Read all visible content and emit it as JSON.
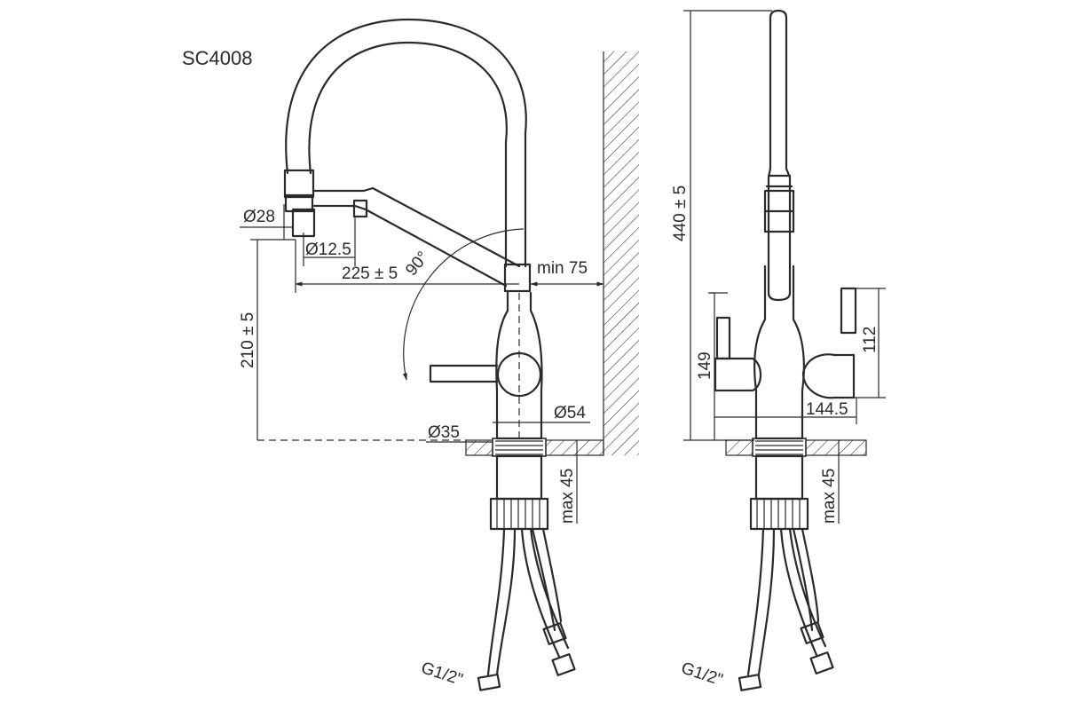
{
  "model": "SC4008",
  "front_view": {
    "dimensions": {
      "outlet_diameter": "Ø28",
      "spray_diameter": "Ø12.5",
      "reach": "225 ± 5",
      "swivel_angle": "90°",
      "wall_clearance": "min 75",
      "spout_height": "210 ± 5",
      "body_diameter": "Ø54",
      "base_diameter": "Ø35",
      "max_thickness": "max 45",
      "connection": "G1/2\""
    }
  },
  "side_view": {
    "dimensions": {
      "total_height": "440 ± 5",
      "lever_height": "149",
      "handle_height": "112",
      "width": "144.5",
      "max_thickness": "max 45",
      "connection": "G1/2\""
    }
  }
}
